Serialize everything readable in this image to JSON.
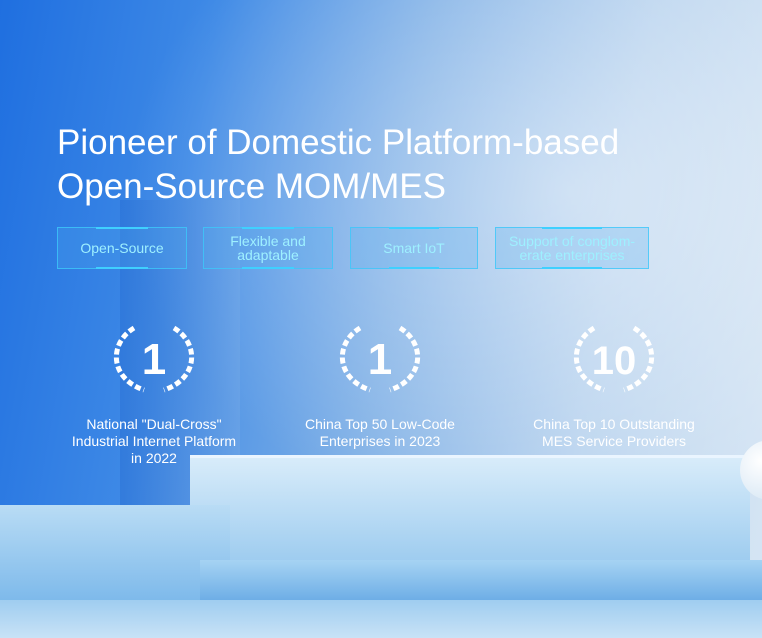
{
  "title": [
    "Pioneer of Domestic Platform-based",
    "Open-Source MOM/MES"
  ],
  "tags": [
    {
      "lines": [
        "Open-Source"
      ]
    },
    {
      "lines": [
        "Flexible and",
        "adaptable"
      ]
    },
    {
      "lines": [
        "Smart IoT"
      ]
    },
    {
      "lines": [
        "Support of conglom-",
        "erate enterprises"
      ]
    }
  ],
  "awards": [
    {
      "rank": "1",
      "lines": [
        "National \"Dual-Cross\"",
        "Industrial Internet Platform",
        "in 2022"
      ]
    },
    {
      "rank": "1",
      "lines": [
        "China Top 50 Low-Code",
        "Enterprises in 2023"
      ]
    },
    {
      "rank": "10",
      "lines": [
        "China Top 10 Outstanding",
        "MES Service Providers"
      ]
    }
  ]
}
